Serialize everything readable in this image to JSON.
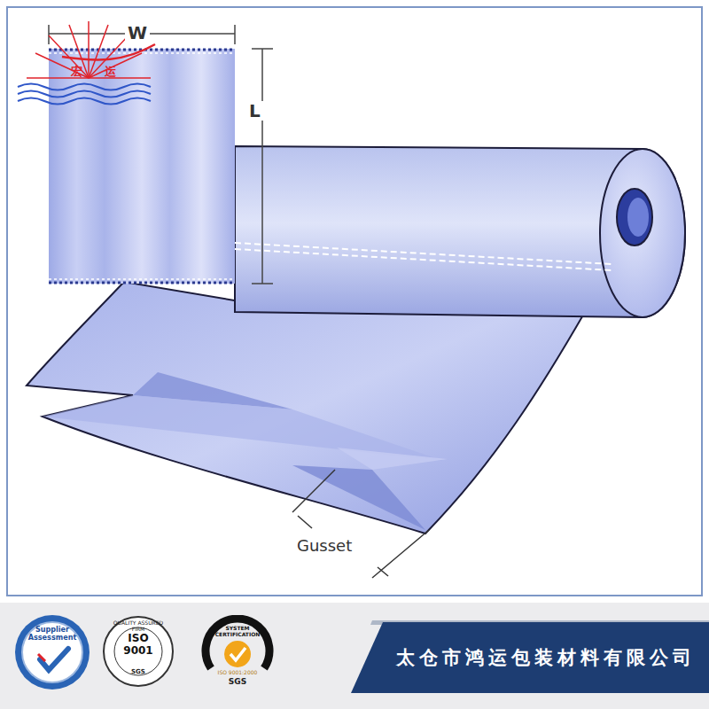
{
  "diagram": {
    "nodes": [
      {
        "text": [
          "Supplier Assessment"
        ]
      },
      {
        "text": [
          "QUALITY ASSURED FIRM",
          "ISO 9001",
          "SGS"
        ]
      },
      {
        "text": [
          "SYSTEM CERTIFICATION",
          "ISO 9001:2000",
          "SGS"
        ]
      },
      {
        "text": [
          "太仓市鸿运包装材料有限公司"
        ]
      }
    ],
    "labels": [
      "W",
      "L",
      "Gusset",
      "宏",
      "运"
    ]
  }
}
